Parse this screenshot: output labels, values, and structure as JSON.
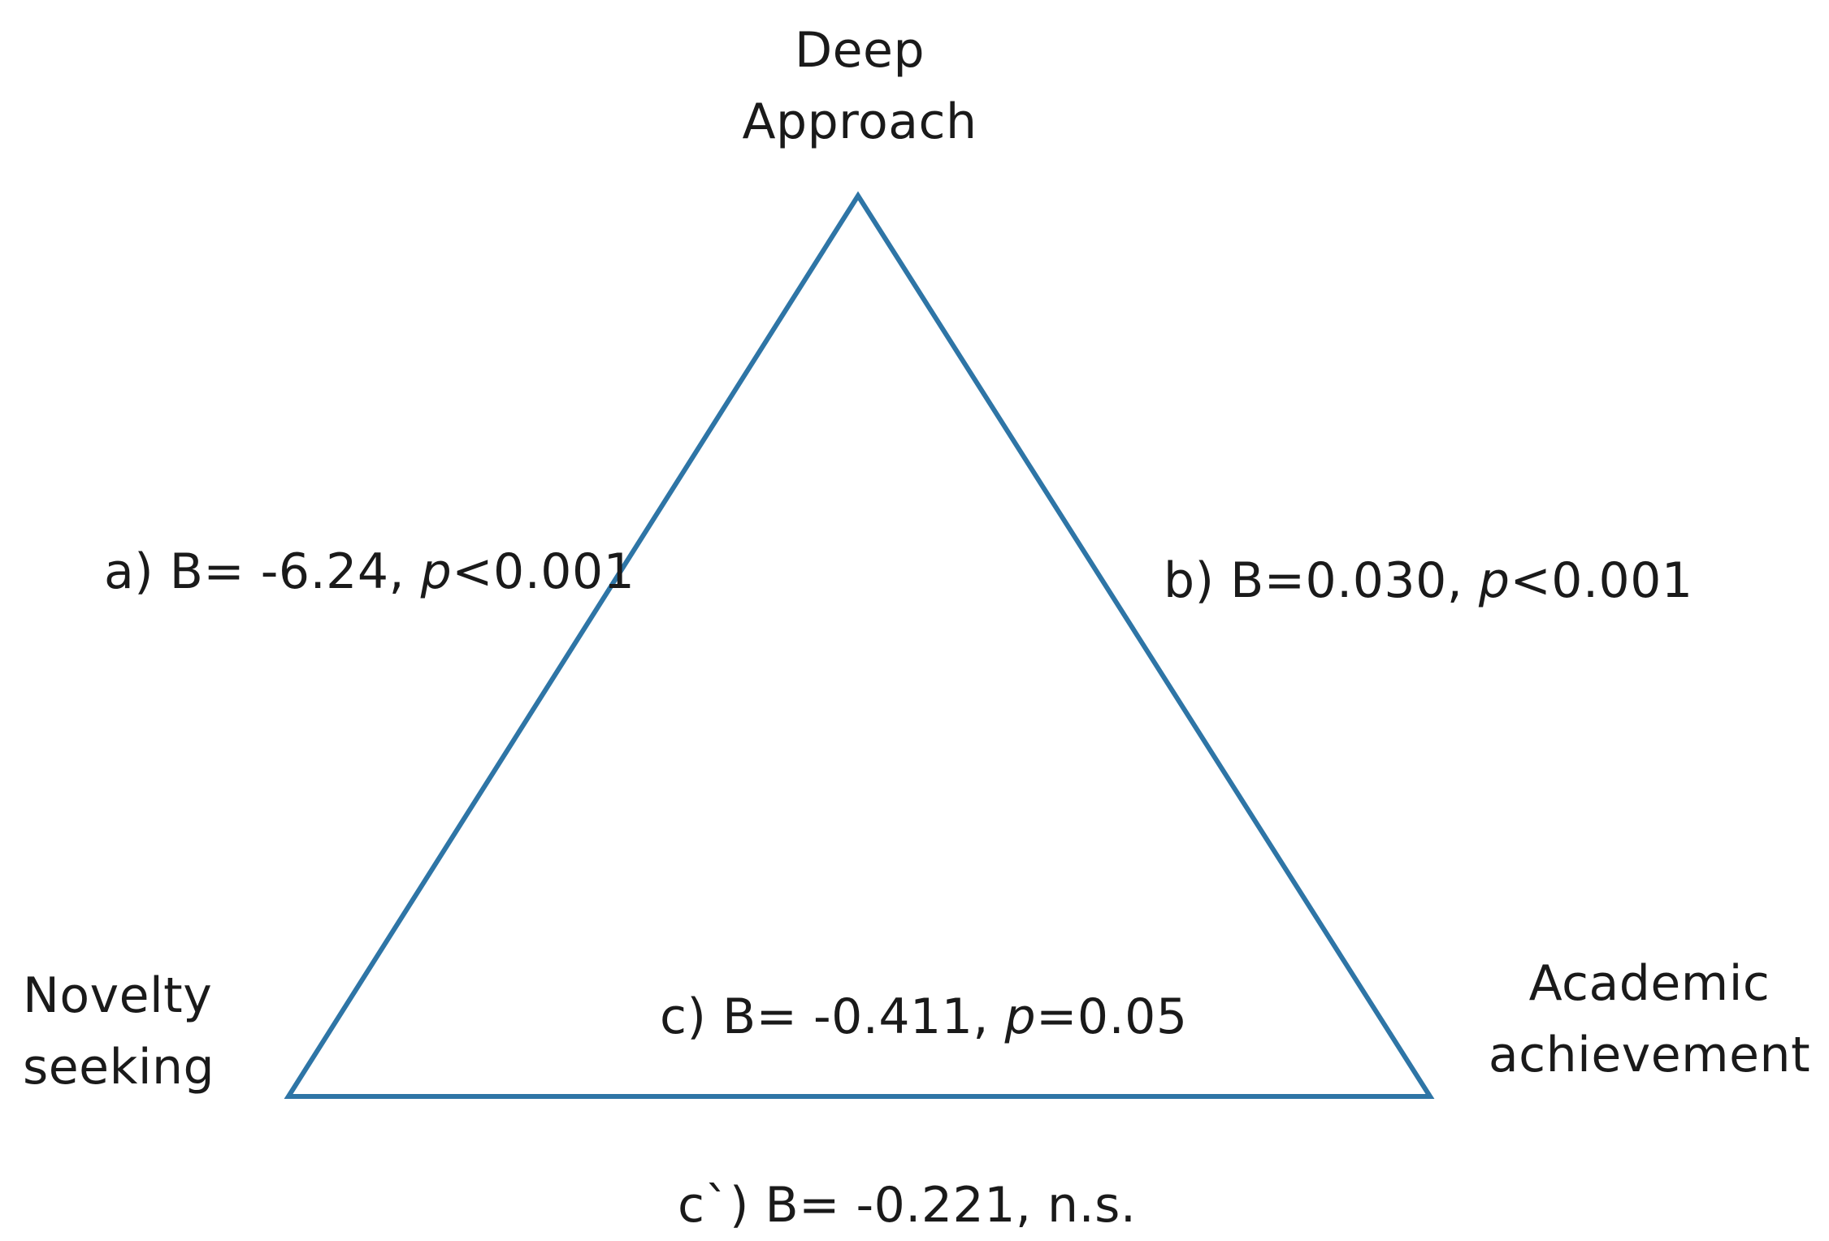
{
  "nodes": {
    "top": {
      "line1": "Deep",
      "line2": "Approach"
    },
    "left": {
      "line1": "Novelty",
      "line2": "seeking"
    },
    "right": {
      "line1": "Academic",
      "line2": "achievement"
    }
  },
  "paths": {
    "a": {
      "prefix": "a) B= -6.24, ",
      "stat": "p",
      "rest": "<0.001"
    },
    "b": {
      "prefix": "b) B=0.030, ",
      "stat": "p",
      "rest": "<0.001"
    },
    "c": {
      "prefix": "c) B= -0.411, ",
      "stat": "p",
      "rest": "=0.05"
    },
    "c_prime": {
      "text": "c`) B= -0.221, n.s."
    }
  },
  "colors": {
    "triangle_stroke": "#2e75a6",
    "text": "#1a1a1a"
  }
}
